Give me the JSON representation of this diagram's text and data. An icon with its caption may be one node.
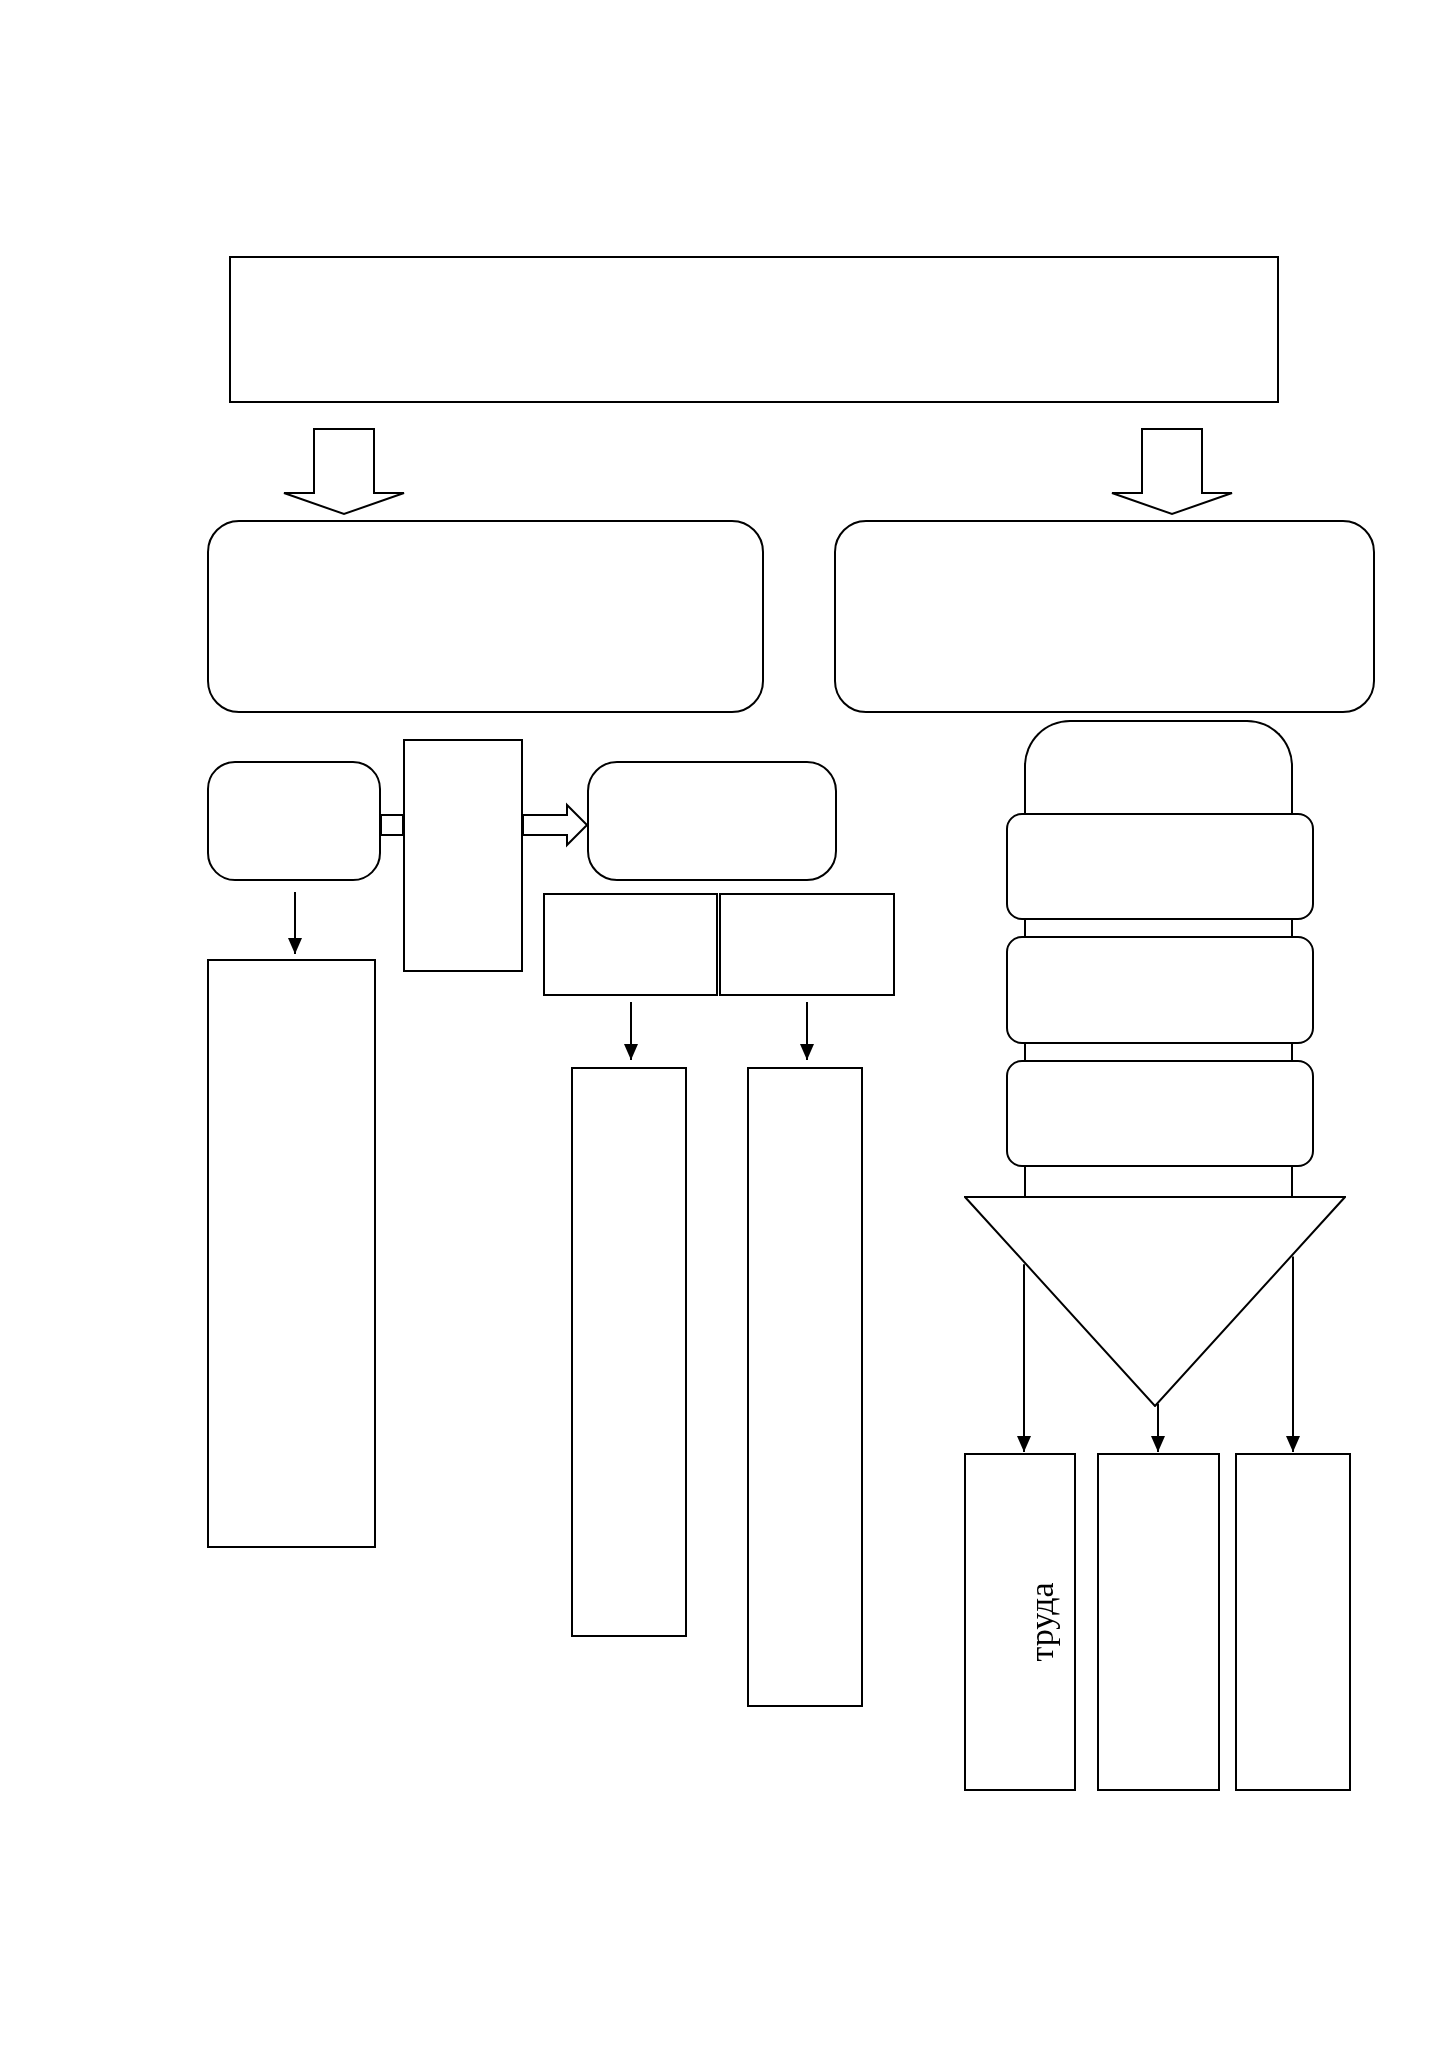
{
  "diagram": {
    "nodes": [
      {
        "text": [],
        "shape": "box"
      },
      {
        "text": [],
        "shape": "box"
      },
      {
        "text": [],
        "shape": "box"
      },
      {
        "text": [],
        "shape": "box"
      },
      {
        "text": [],
        "shape": "box"
      },
      {
        "text": [],
        "shape": "box"
      },
      {
        "text": [],
        "shape": "box"
      },
      {
        "text": [],
        "shape": "box"
      },
      {
        "text": [],
        "shape": "box"
      },
      {
        "text": [],
        "shape": "box"
      },
      {
        "text": [],
        "shape": "box"
      },
      {
        "text": [],
        "shape": "box"
      },
      {
        "text": [],
        "shape": "box"
      },
      {
        "text": [],
        "shape": "box"
      },
      {
        "text": [],
        "shape": "box"
      },
      {
        "text": [],
        "shape": "triangle"
      },
      {
        "text": [
          "труда"
        ]
      },
      {
        "text": [],
        "shape": "box"
      },
      {
        "text": [],
        "shape": "box"
      }
    ],
    "edges": [
      {
        "from": 0,
        "to": 1,
        "arrow": "to",
        "style": "thick"
      },
      {
        "from": 0,
        "to": 2,
        "arrow": "to",
        "style": "thick"
      },
      {
        "from": 3,
        "to": 4,
        "arrow": "none",
        "style": "thick"
      },
      {
        "from": 4,
        "to": 5,
        "arrow": "to",
        "style": "thick"
      },
      {
        "from": 3,
        "to": 8,
        "arrow": "to"
      },
      {
        "from": 6,
        "to": 9,
        "arrow": "to"
      },
      {
        "from": 7,
        "to": 10,
        "arrow": "to"
      },
      {
        "from": 15,
        "to": 16,
        "arrow": "to"
      },
      {
        "from": 15,
        "to": 17,
        "arrow": "to"
      },
      {
        "from": 15,
        "to": 18,
        "arrow": "to"
      }
    ]
  }
}
